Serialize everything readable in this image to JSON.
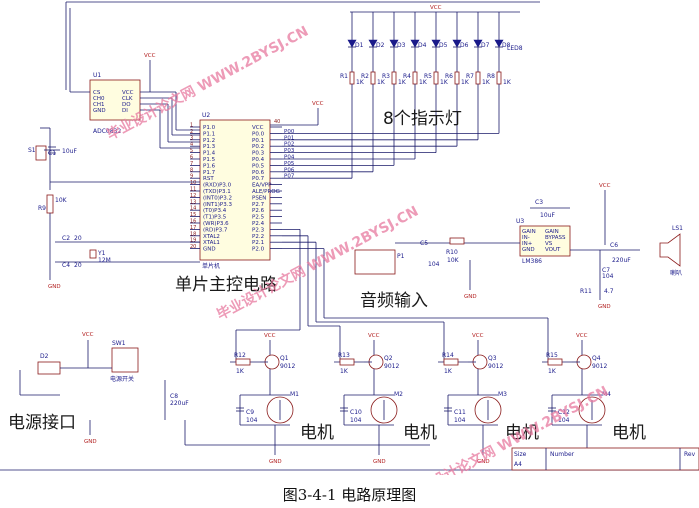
{
  "labels": {
    "indicator_lamps": "8个指示灯",
    "main_control": "单片主控电路",
    "audio_input": "音频输入",
    "power_jack": "电源接口",
    "motor_1": "电机",
    "motor_2": "电机",
    "motor_3": "电机",
    "motor_4": "电机"
  },
  "caption": "图3-4-1  电路原理图",
  "watermark": "毕业设计论文网 WWW.2BYSJ.CN",
  "leds": [
    "D1",
    "D2",
    "D3",
    "D4",
    "D5",
    "D6",
    "D7",
    "D8"
  ],
  "led_end": "LED8",
  "resistors_led": [
    "R1",
    "R2",
    "R3",
    "R4",
    "R5",
    "R6",
    "R7",
    "R8"
  ],
  "r_value": "1K",
  "mcu": {
    "ref": "U2",
    "name": "单片机",
    "left_top_pin": "40",
    "left_pins": [
      "P1.0",
      "P1.1",
      "P1.2",
      "P1.3",
      "P1.4",
      "P1.5",
      "P1.6",
      "P1.7",
      "RST",
      "(RXD)P3.0",
      "(TXD)P3.1",
      "(INT0)P3.2",
      "(INT1)P3.3",
      "(T0)P3.4",
      "(T1)P3.5",
      "(WR)P3.6",
      "(RD)P3.7",
      "XTAL2",
      "XTAL1",
      "GND"
    ],
    "right_pins": [
      "VCC",
      "P0.0",
      "P0.1",
      "P0.2",
      "P0.3",
      "P0.4",
      "P0.5",
      "P0.6",
      "P0.7",
      "EA/VPP",
      "ALE/PROG",
      "PSEN",
      "P2.7",
      "P2.6",
      "P2.5",
      "P2.4",
      "P2.3",
      "P2.2",
      "P2.1",
      "P2.0"
    ],
    "p0_nets": [
      "P00",
      "P01",
      "P02",
      "P03",
      "P04",
      "P05",
      "P06",
      "P07"
    ]
  },
  "u1": {
    "ref": "U1",
    "pins_left": [
      "CS",
      "CH0",
      "CH1",
      "GND"
    ],
    "pins_right": [
      "VCC",
      "CLK",
      "DO",
      "DI"
    ],
    "name": "ADC0832"
  },
  "u3": {
    "ref": "U3",
    "pins_left": [
      "GAIN",
      "IN-",
      "IN+",
      "GND"
    ],
    "pins_right": [
      "GAIN",
      "BYPASS",
      "VS",
      "VOUT"
    ],
    "name": "LM386"
  },
  "parts": {
    "S1": "S1",
    "C1": "C1",
    "C1v": "10uF",
    "R9": "R9",
    "R9v": "10K",
    "C2": "C2",
    "C2v": "20",
    "C4": "C4",
    "C4v": "20",
    "Y1": "Y1",
    "Y1v": "12M",
    "C3": "C3",
    "C3v": "10uF",
    "C5": "C5",
    "C5v": "104",
    "R10": "R10",
    "R10v": "10K",
    "P1": "P1",
    "C6": "C6",
    "C6v": "220uF",
    "C7": "C7",
    "C7v": "104",
    "R11": "R11",
    "R11v": "4.7",
    "LS1": "LS1",
    "LS1n": "喇叭",
    "D2": "D2",
    "SW1": "SW1",
    "SW1n": "电源开关",
    "C8": "C8",
    "C8v": "220uF",
    "vcc": "VCC",
    "gnd": "GND"
  },
  "drivers": [
    {
      "r": "R12",
      "q": "Q1",
      "m": "M1",
      "c": "C9"
    },
    {
      "r": "R13",
      "q": "Q2",
      "m": "M2",
      "c": "C10"
    },
    {
      "r": "R14",
      "q": "Q3",
      "m": "M3",
      "c": "C11"
    },
    {
      "r": "R15",
      "q": "Q4",
      "m": "M4",
      "c": "C12"
    }
  ],
  "q_type": "9012",
  "c_motor": "104",
  "title_block": {
    "size": "Size",
    "size_v": "A4",
    "number": "Number",
    "rev": "Rev"
  }
}
